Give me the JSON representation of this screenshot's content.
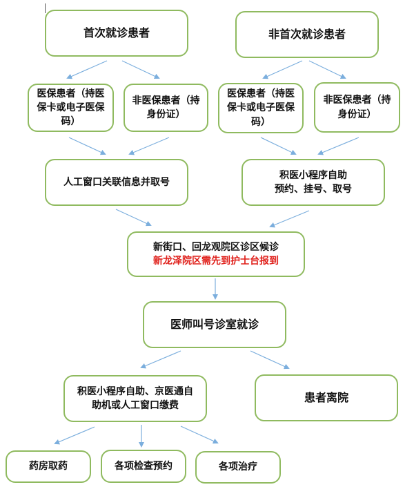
{
  "colors": {
    "box_border": "#8fba5f",
    "arrow": "#5b9bd5",
    "text": "#111111",
    "highlight_text": "#e0201b"
  },
  "nodes": {
    "first_visit": "首次就诊患者",
    "return_visit": "非首次就诊患者",
    "insured_left": "医保患者（持医保卡或电子医保码）",
    "uninsured_left": "非医保患者（持身份证）",
    "insured_right": "医保患者（持医保卡或电子医保码）",
    "uninsured_right": "非医保患者（持身份证）",
    "manual_window": "人工窗口关联信息并取号",
    "mini_program_line1": "积医小程序自助",
    "mini_program_line2": "预约、挂号、取号",
    "waiting_line1": "新街口、回龙观院区诊区候诊",
    "waiting_line2": "新龙泽院区需先到护士台报到",
    "doctor_call": "医师叫号诊室就诊",
    "payment": "积医小程序自助、京医通自助机或人工窗口缴费",
    "leave": "患者离院",
    "pharmacy": "药房取药",
    "exam_booking": "各项检查预约",
    "treatment": "各项治疗"
  }
}
